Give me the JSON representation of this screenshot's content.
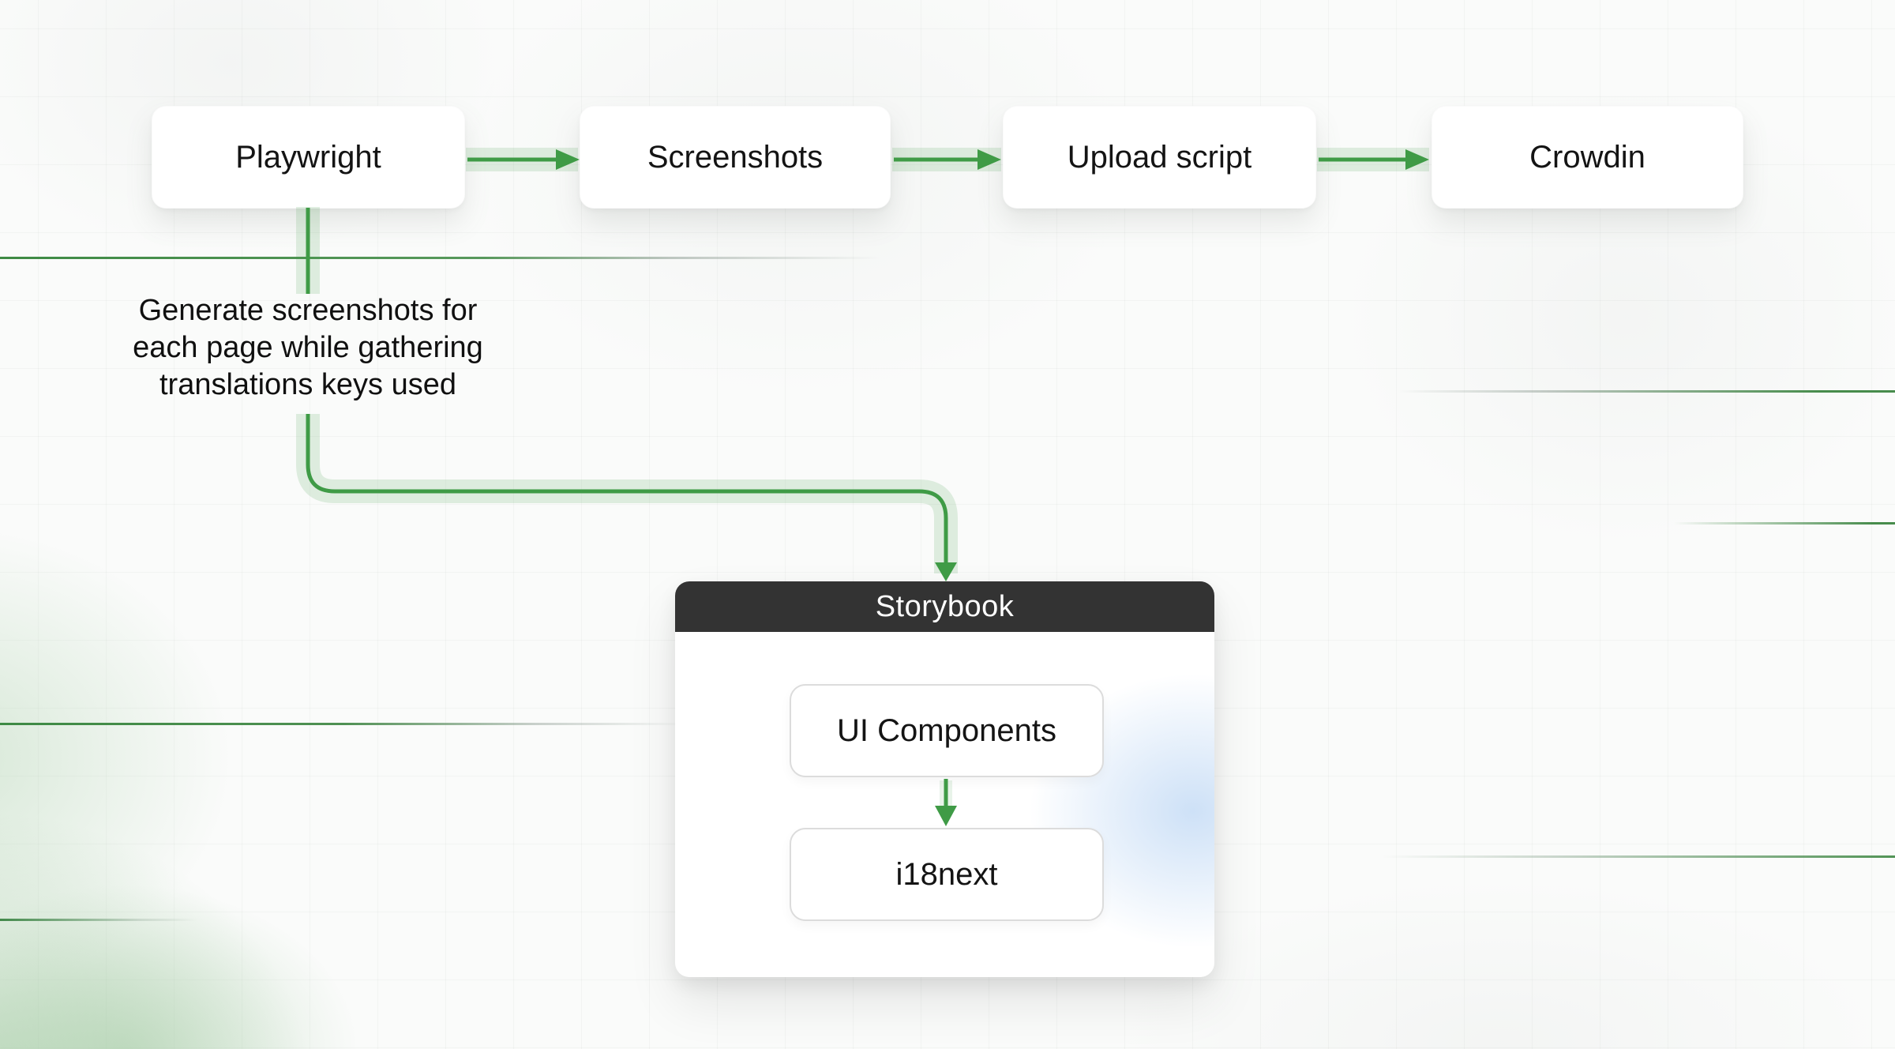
{
  "flow": {
    "steps": [
      {
        "id": "playwright",
        "label": "Playwright"
      },
      {
        "id": "screenshots",
        "label": "Screenshots"
      },
      {
        "id": "upload-script",
        "label": "Upload script"
      },
      {
        "id": "crowdin",
        "label": "Crowdin"
      }
    ],
    "annotation": {
      "text": "Generate screenshots for each page while gathering translations keys used",
      "lines": [
        "Generate screenshots for",
        "each page while gathering",
        "translations keys used"
      ]
    },
    "storybook": {
      "title": "Storybook",
      "items": [
        {
          "id": "ui-components",
          "label": "UI Components"
        },
        {
          "id": "i18next",
          "label": "i18next"
        }
      ]
    }
  },
  "colors": {
    "connector_green": "#3f9b46",
    "accent_line_green": "#478c4c",
    "header_bg": "#333333",
    "header_text": "#ffffff",
    "node_text": "#141414"
  }
}
